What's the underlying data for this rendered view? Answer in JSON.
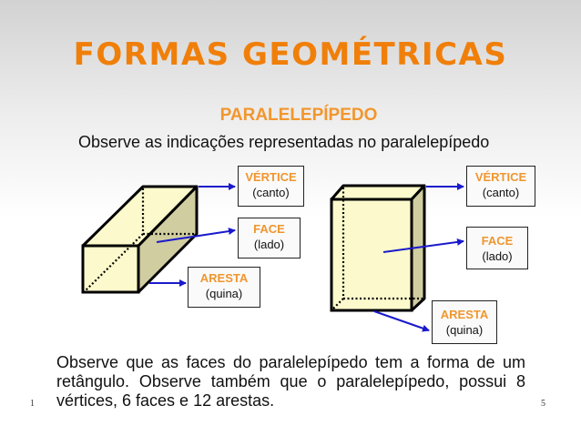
{
  "slide": {
    "title": "FORMAS GEOMÉTRICAS",
    "subtitle": "PARALELEPÍPEDO",
    "intro": "Observe as indicações representadas no paralelepípedo",
    "body": "Observe que as faces do paralelepípedo tem a forma de um retângulo. Observe também que o paralelepípedo, possui 8 vértices, 6 faces e 12 arestas.",
    "page_left": "1",
    "page_right": "5"
  },
  "colors": {
    "title": "#f07f0a",
    "label_accent": "#f0962e",
    "arrow": "#1a1acc",
    "box_face": "#fcfacc",
    "box_side": "#d0cda0"
  },
  "figures": {
    "horizontal": {
      "labels": [
        {
          "main": "VÉRTICE",
          "sub": "(canto)"
        },
        {
          "main": "FACE",
          "sub": "(lado)"
        },
        {
          "main": "ARESTA",
          "sub": "(quina)"
        }
      ]
    },
    "vertical": {
      "labels": [
        {
          "main": "VÉRTICE",
          "sub": "(canto)"
        },
        {
          "main": "FACE",
          "sub": "(lado)"
        },
        {
          "main": "ARESTA",
          "sub": "(quina)"
        }
      ]
    }
  }
}
